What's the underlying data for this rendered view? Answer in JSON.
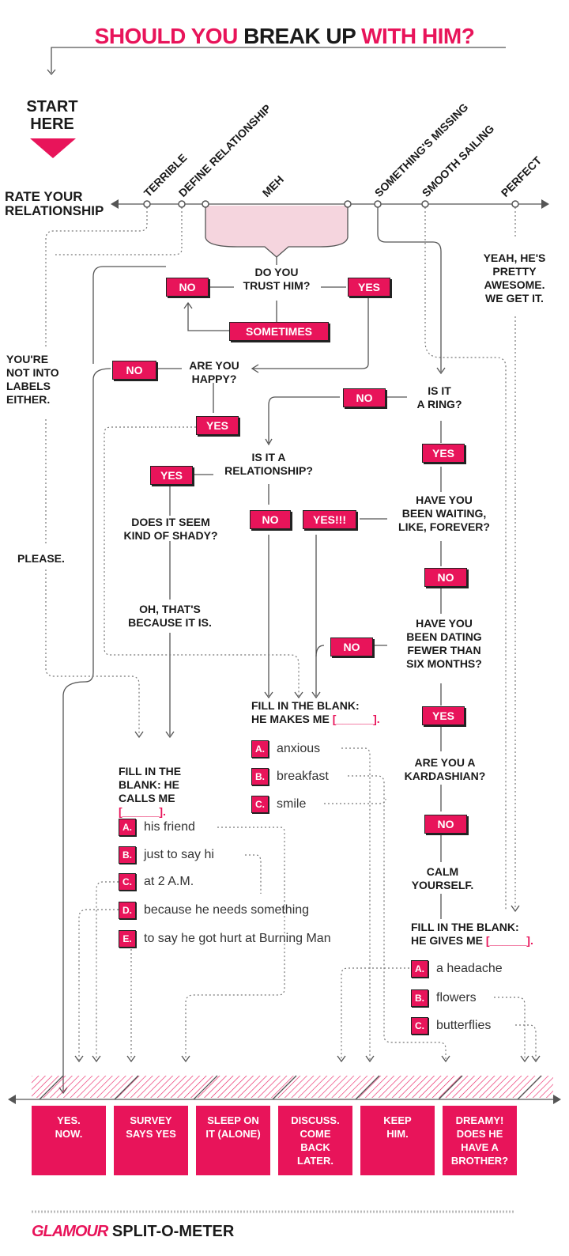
{
  "title": {
    "part1": "SHOULD YOU",
    "part2": "BREAK UP",
    "part3": "WITH HIM?"
  },
  "start": {
    "line1": "START",
    "line2": "HERE"
  },
  "rate": {
    "line1": "RATE YOUR",
    "line2": "RELATIONSHIP"
  },
  "scale": [
    "TERRIBLE",
    "DEFINE RELATIONSHIP",
    "MEH",
    "SOMETHING'S MISSING",
    "SMOOTH SAILING",
    "PERFECT"
  ],
  "questions": {
    "trust": "DO YOU\nTRUST HIM?",
    "happy": "ARE YOU\nHAPPY?",
    "ring": "IS IT\nA RING?",
    "relationship": "IS IT A\nRELATIONSHIP?",
    "shady": "DOES IT SEEM\nKIND OF SHADY?",
    "shady_answer": "OH, THAT'S\nBECAUSE IT IS.",
    "waiting": "HAVE YOU\nBEEN WAITING,\nLIKE, FOREVER?",
    "dating": "HAVE YOU\nBEEN DATING\nFEWER THAN\nSIX MONTHS?",
    "kardashian": "ARE YOU A\nKARDASHIAN?",
    "calm": "CALM\nYOURSELF.",
    "perfect_note": "YEAH, HE'S\nPRETTY\nAWESOME.\nWE GET IT.",
    "labels_note": "YOU'RE\nNOT INTO\nLABELS\nEITHER.",
    "please": "PLEASE."
  },
  "tags": {
    "trust_no": "NO",
    "trust_yes": "YES",
    "sometimes": "SOMETIMES",
    "happy_no": "NO",
    "happy_yes": "YES",
    "ring_no": "NO",
    "ring_yes": "YES",
    "rel_yes": "YES",
    "rel_no": "NO",
    "rel_yes3": "YES!!!",
    "waiting_no": "NO",
    "dating_no": "NO",
    "dating_yes": "YES",
    "kard_no": "NO"
  },
  "blanks": {
    "calls": {
      "heading": "FILL IN THE\nBLANK: HE\nCALLS ME",
      "blank": "[______].",
      "options": [
        {
          "letter": "A.",
          "text": "his friend"
        },
        {
          "letter": "B.",
          "text": "just to say hi"
        },
        {
          "letter": "C.",
          "text": "at 2 A.M."
        },
        {
          "letter": "D.",
          "text": "because he needs something"
        },
        {
          "letter": "E.",
          "text": "to say he got hurt at Burning Man"
        }
      ]
    },
    "makes": {
      "heading": "FILL IN THE BLANK:\nHE MAKES ME",
      "blank": "[______].",
      "options": [
        {
          "letter": "A.",
          "text": "anxious"
        },
        {
          "letter": "B.",
          "text": "breakfast"
        },
        {
          "letter": "C.",
          "text": "smile"
        }
      ]
    },
    "gives": {
      "heading": "FILL IN THE BLANK:\nHE GIVES ME",
      "blank": "[______].",
      "options": [
        {
          "letter": "A.",
          "text": "a headache"
        },
        {
          "letter": "B.",
          "text": "flowers"
        },
        {
          "letter": "C.",
          "text": "butterflies"
        }
      ]
    }
  },
  "outcomes": [
    "YES.\nNOW.",
    "SURVEY\nSAYS YES",
    "SLEEP ON\nIT (ALONE)",
    "DISCUSS.\nCOME\nBACK\nLATER.",
    "KEEP\nHIM.",
    "DREAMY!\nDOES HE\nHAVE A\nBROTHER?"
  ],
  "footer": {
    "brand": "GLAMOUR",
    "label": "SPLIT-O-METER"
  },
  "colors": {
    "accent": "#e8145a",
    "ink": "#1a1a1a",
    "line": "#555555"
  }
}
